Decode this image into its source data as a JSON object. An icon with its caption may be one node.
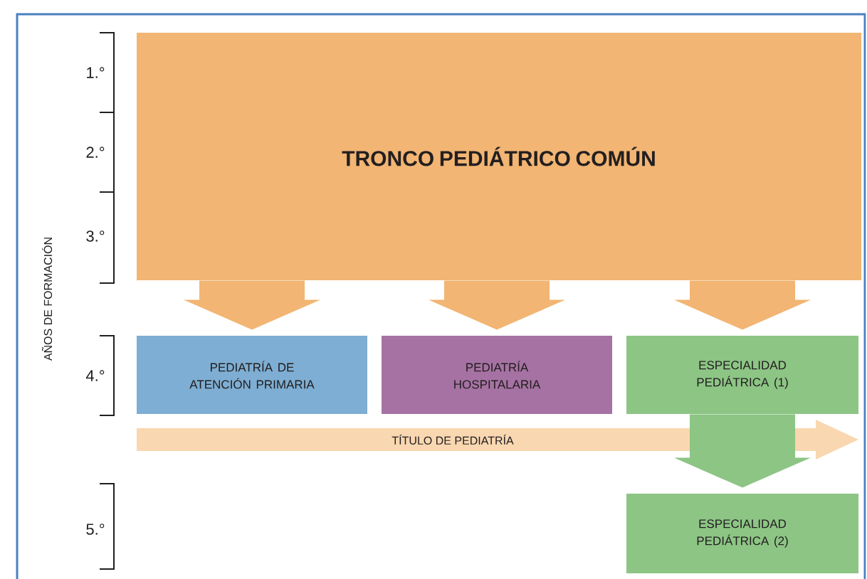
{
  "diagram": {
    "nodes": [
      {
        "text": [
          "TRONCO PEDIÁTRICO COMÚN"
        ]
      },
      {
        "text": [
          "PEDIATRÍA DE ATENCIÓN PRIMARIA"
        ]
      },
      {
        "text": [
          "PEDIATRÍA HOSPITALARIA"
        ]
      },
      {
        "text": [
          "ESPECIALIDAD PEDIÁTRICA (1)"
        ]
      },
      {
        "text": [
          "ESPECIALIDAD PEDIÁTRICA (2)"
        ]
      },
      {
        "text": [
          "TÍTULO DE PEDIATRÍA"
        ]
      }
    ],
    "edges": [
      {
        "from": 0,
        "to": 1,
        "arrow": "to"
      },
      {
        "from": 0,
        "to": 2,
        "arrow": "to"
      },
      {
        "from": 0,
        "to": 3,
        "arrow": "to"
      },
      {
        "from": 3,
        "to": 4,
        "arrow": "to",
        "color": "#8dc585"
      }
    ],
    "labels": [
      "1.°",
      "2.°",
      "3.°",
      "AÑOS DE FORMACIÓN",
      "4.°",
      "5.°"
    ]
  }
}
